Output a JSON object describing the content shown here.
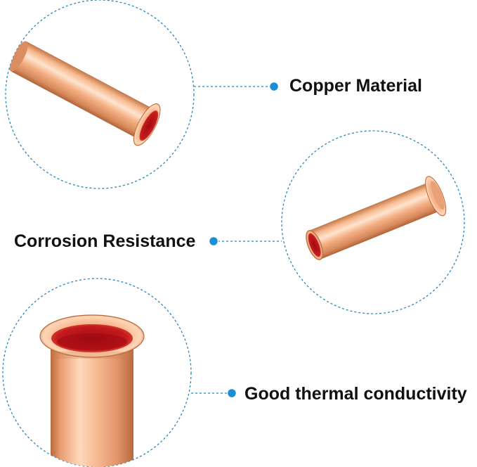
{
  "features": {
    "copper_material": "Copper Material",
    "corrosion_resistance": "Corrosion Resistance",
    "thermal_conductivity": "Good thermal conductivity"
  },
  "colors": {
    "dashed_circle": "#2b86b8",
    "connector_dot": "#1a8fd6",
    "copper_light": "#fbd3b5",
    "copper_mid": "#f0a87c",
    "copper_dark": "#b86a3f",
    "tube_interior": "#c0141a",
    "label_text": "#111111"
  },
  "icons": [
    "copper-tube-image",
    "connector-dot-icon"
  ]
}
